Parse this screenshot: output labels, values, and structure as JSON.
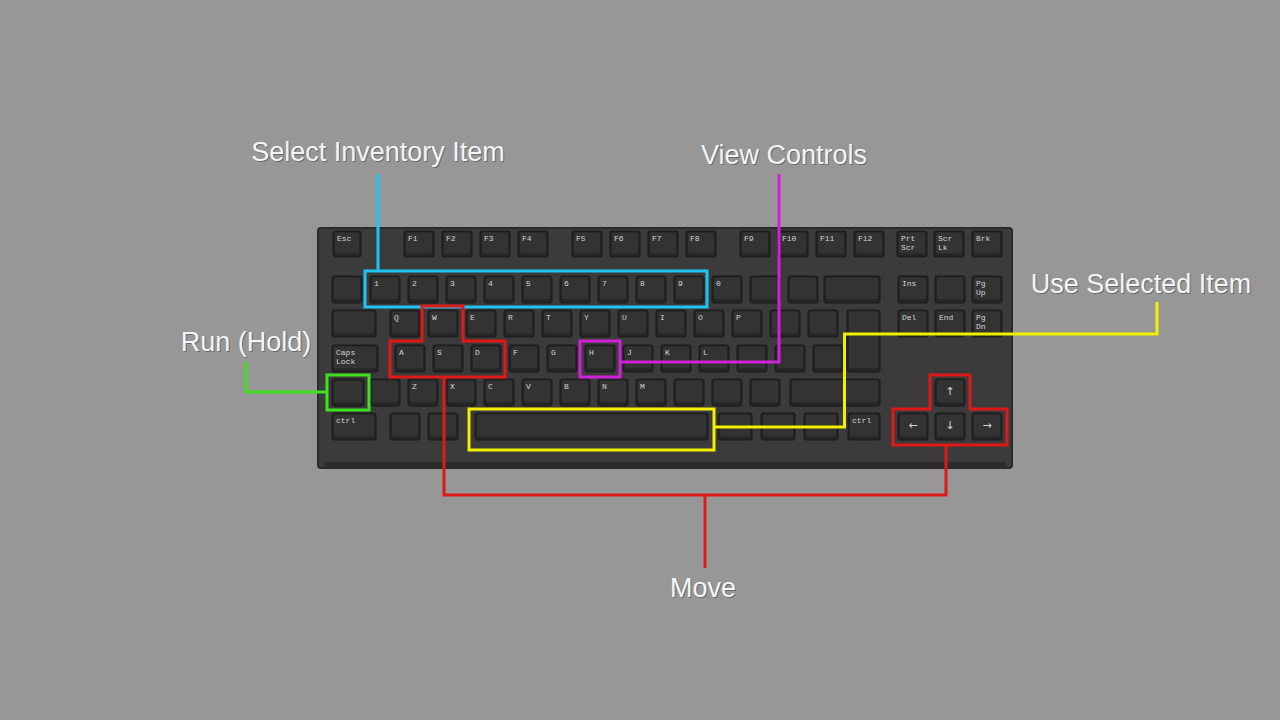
{
  "diagram": {
    "labels": [
      "Select Inventory Item",
      "View Controls",
      "Use Selected Item",
      "Run (Hold)",
      "Move",
      "Esc",
      "F1",
      "F2",
      "F3",
      "F4",
      "F5",
      "F6",
      "F7",
      "F8",
      "F9",
      "F10",
      "F11",
      "F12",
      "Prt Scr",
      "Scr Lk",
      "Brk",
      "1",
      "2",
      "3",
      "4",
      "5",
      "6",
      "7",
      "8",
      "9",
      "0",
      "Ins",
      "Pg Up",
      "Q",
      "W",
      "E",
      "R",
      "T",
      "Y",
      "U",
      "I",
      "O",
      "P",
      "Del",
      "End",
      "Pg Dn",
      "Caps Lock",
      "A",
      "S",
      "D",
      "F",
      "G",
      "H",
      "J",
      "K",
      "L",
      "Z",
      "X",
      "C",
      "V",
      "B",
      "N",
      "M",
      "ctrl",
      "ctrl",
      "↑",
      "←",
      "↓",
      "→"
    ]
  }
}
